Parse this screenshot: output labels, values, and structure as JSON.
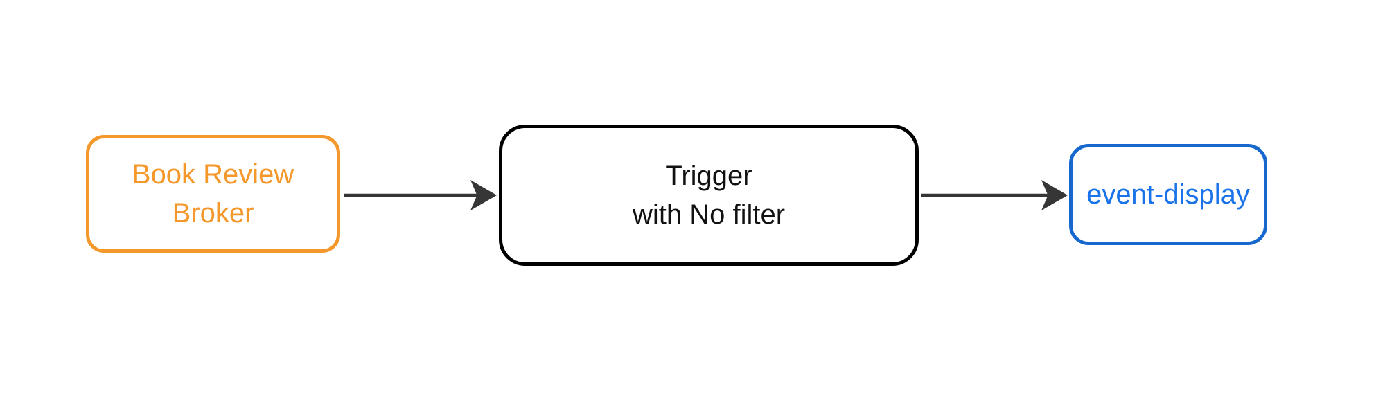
{
  "diagram": {
    "type": "flowchart",
    "background_color": "#ffffff",
    "arrow_color": "#363636",
    "nodes": {
      "broker": {
        "line1": "Book Review",
        "line2": "Broker",
        "color": "#F5982B",
        "fill": "#ffffff",
        "shape": "rounded-rectangle"
      },
      "trigger": {
        "line1": "Trigger",
        "line2": "with No filter",
        "border_color": "#000000",
        "text_color": "#111111",
        "fill": "#ffffff",
        "shape": "rounded-rectangle"
      },
      "event_display": {
        "label": "event-display",
        "border_color": "#1667CE",
        "text_color": "#1A73E8",
        "fill": "#ffffff",
        "shape": "rounded-rectangle"
      }
    },
    "edges": [
      {
        "from": "broker",
        "to": "trigger",
        "style": "solid",
        "arrowhead": "barbed"
      },
      {
        "from": "trigger",
        "to": "event_display",
        "style": "solid",
        "arrowhead": "barbed"
      }
    ]
  }
}
